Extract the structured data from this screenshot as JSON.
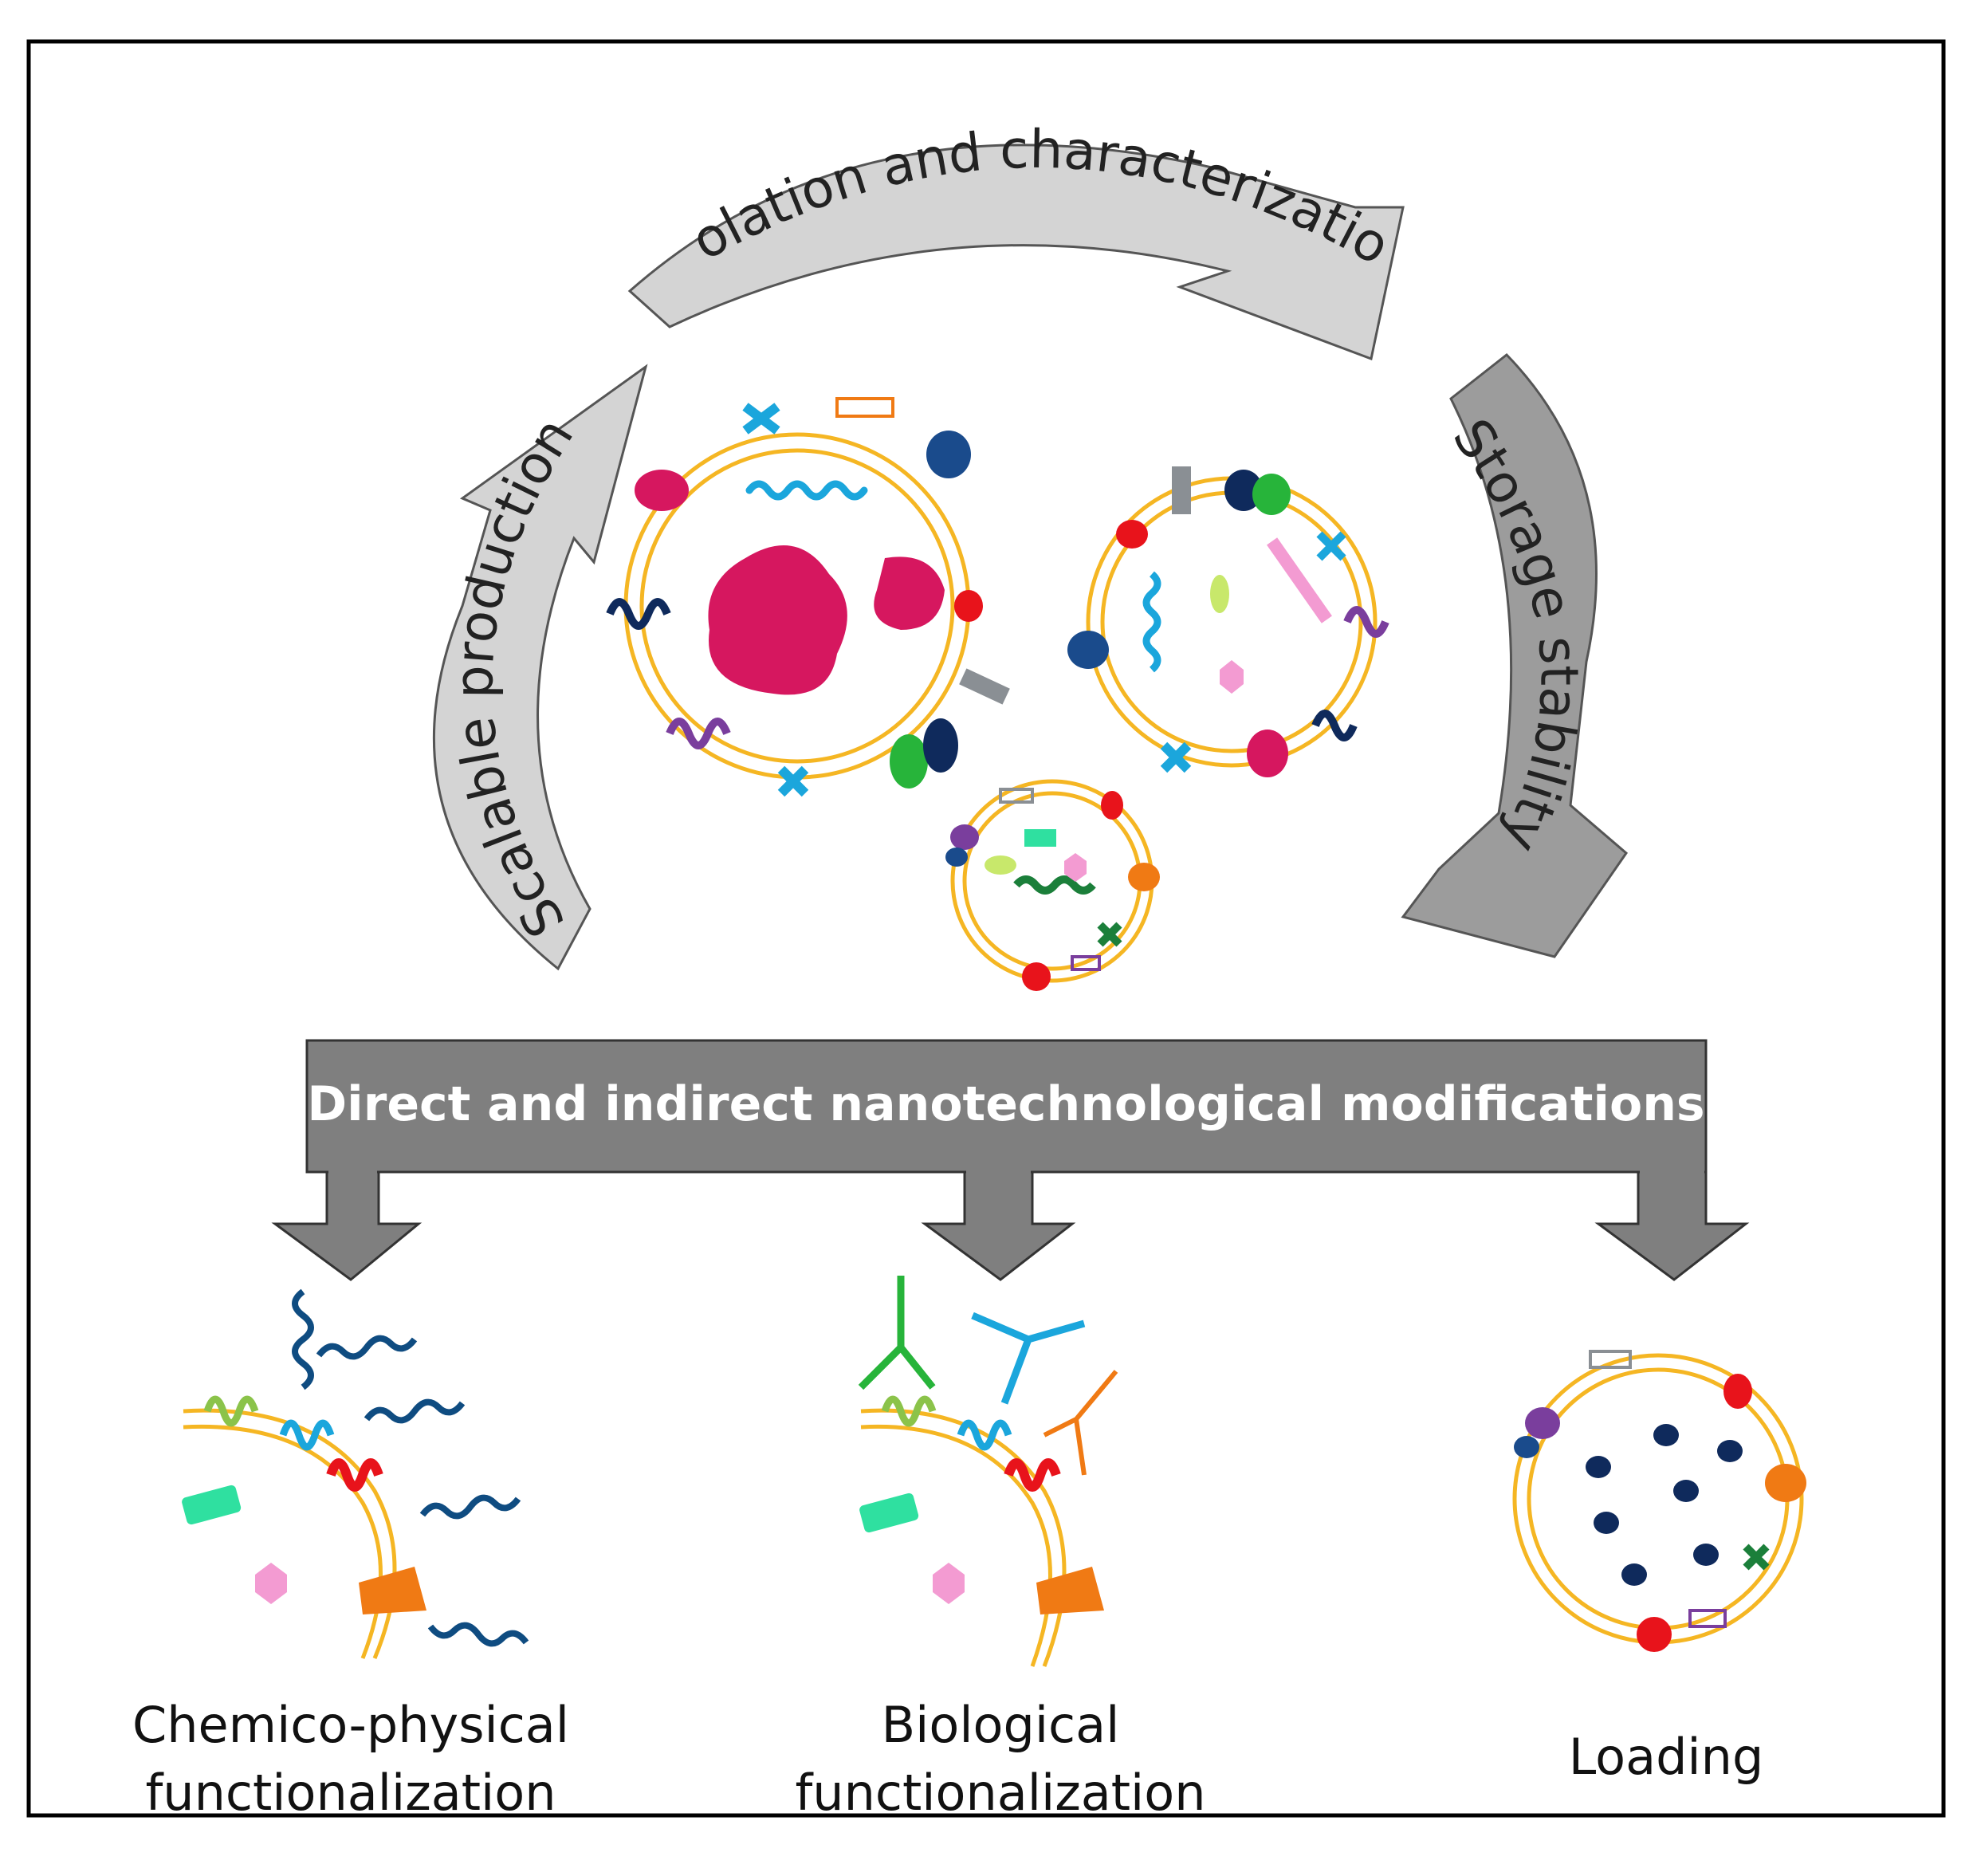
{
  "cycle": {
    "top_arrow_label": "Isolation and characterization",
    "left_arrow_label": "Scalable production",
    "right_arrow_label": "Storage stability"
  },
  "banner": {
    "label": "Direct and indirect nanotechnological modifications"
  },
  "outcomes": [
    {
      "line1": "Chemico-physical",
      "line2": "functionalization"
    },
    {
      "line1": "Biological",
      "line2": "functionalization"
    },
    {
      "line1": "Loading",
      "line2": ""
    }
  ],
  "colors": {
    "membrane": "#F5B623",
    "arrow_light": "#D4D4D4",
    "arrow_dark": "#9C9C9C",
    "banner": "#7F7F7F",
    "cargo_magenta": "#D6175F",
    "cargo_navy": "#0F2A5C",
    "protein_cyan": "#1BA6DC",
    "protein_red": "#E8131B",
    "protein_orange": "#F07A14",
    "protein_green": "#27B43A",
    "protein_lime": "#8BC34A",
    "protein_purple": "#7A3E9D",
    "protein_gray": "#8A8F94",
    "pink": "#F39BD2",
    "mint": "#2FE0A0"
  }
}
